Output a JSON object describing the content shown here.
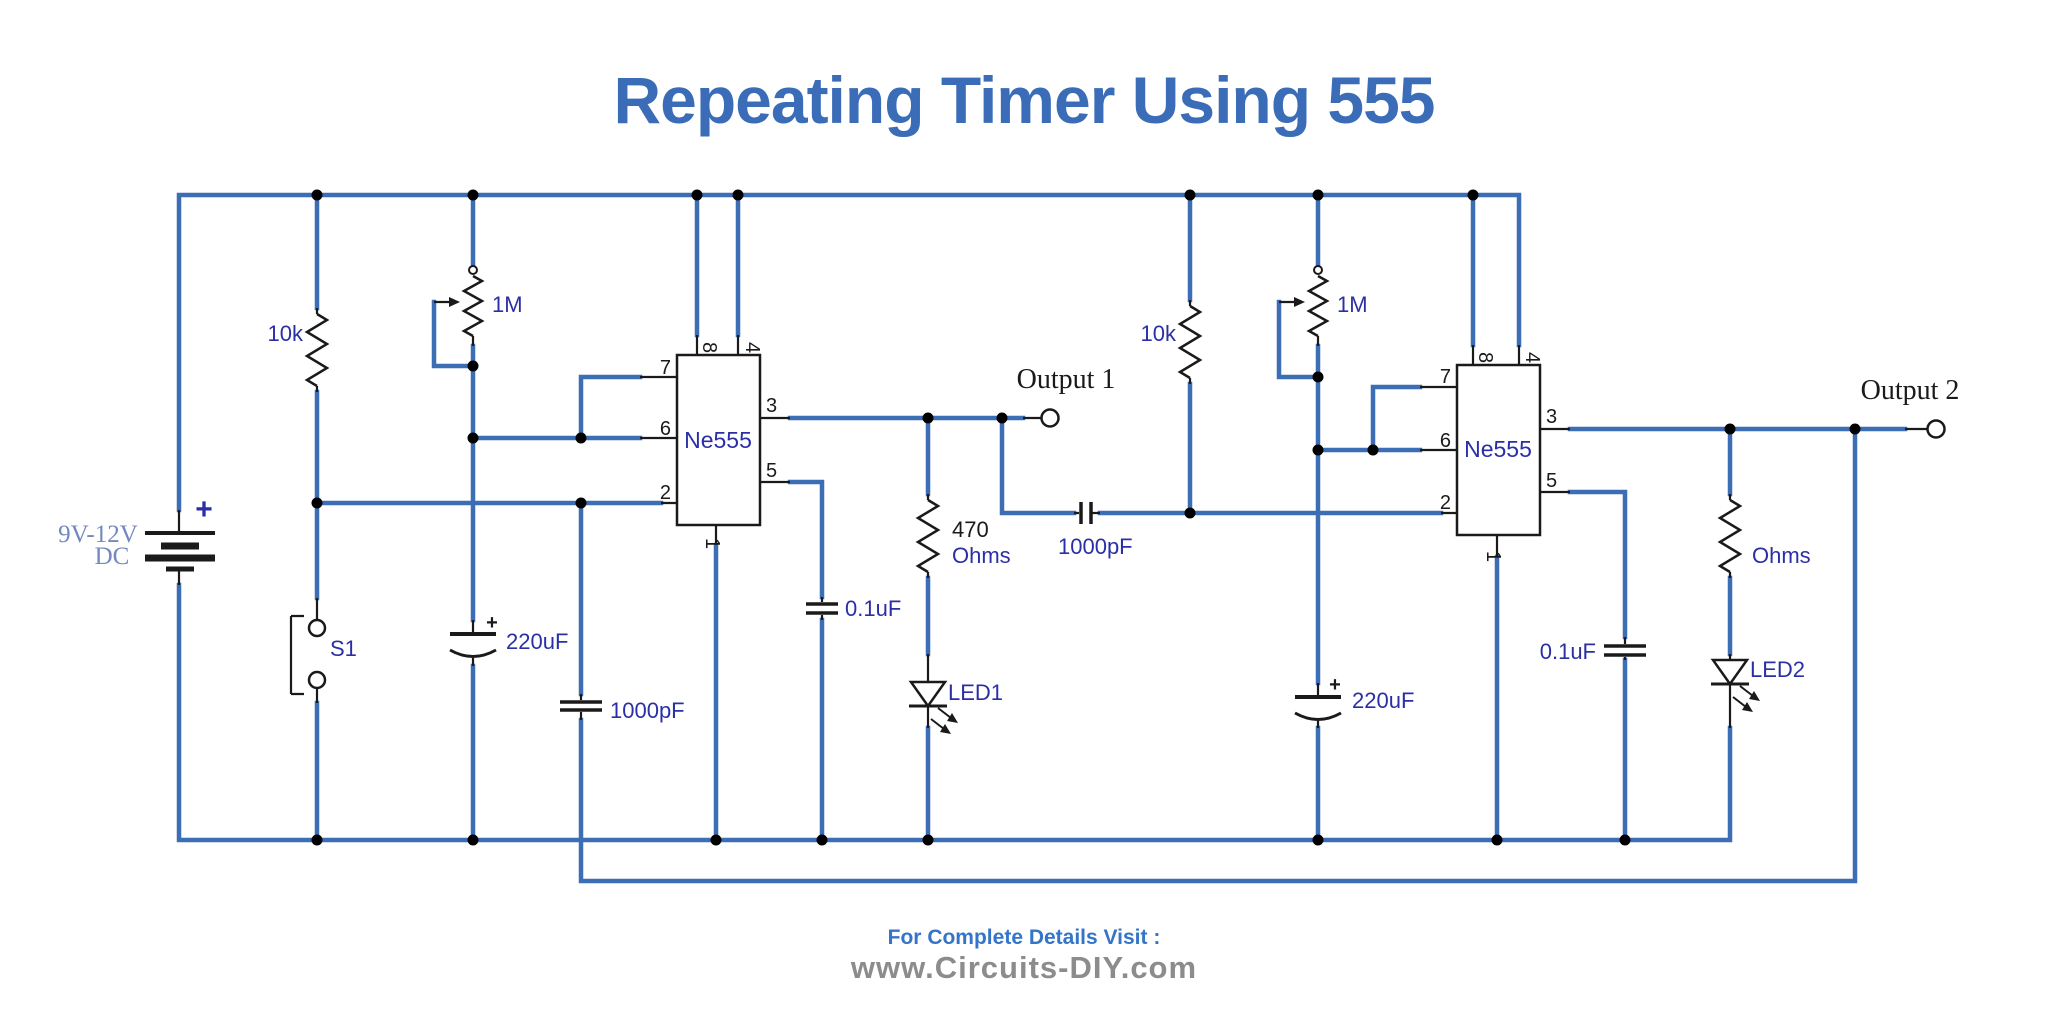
{
  "title": "Repeating Timer Using 555",
  "colors": {
    "wire": "#3c6eb5",
    "symbol": "#1a1a1a",
    "value_label": "#2b2fa6",
    "title": "#3a6cb8",
    "supply_label": "#7288bf",
    "footer_visit": "#3474c9",
    "footer_url": "#8c8c8c"
  },
  "supply": {
    "plus": "+",
    "line1": "9V-12V",
    "line2": "DC"
  },
  "push_button": {
    "label": "S1"
  },
  "pins": {
    "p1": "1",
    "p2": "2",
    "p3": "3",
    "p4": "4",
    "p5": "5",
    "p6": "6",
    "p7": "7",
    "p8": "8"
  },
  "stage1": {
    "pullup": "10k",
    "pot": "1M",
    "ic": "Ne555",
    "timing_cap_plus": "+",
    "timing_cap": "220uF",
    "trigger_cap": "1000pF",
    "control_cap": "0.1uF",
    "led_res_value": "470",
    "led_res_unit": "Ohms",
    "led": "LED1",
    "output": "Output 1"
  },
  "stage2": {
    "pullup": "10k",
    "pot": "1M",
    "ic": "Ne555",
    "timing_cap_plus": "+",
    "timing_cap": "220uF",
    "coupling_cap": "1000pF",
    "control_cap": "0.1uF",
    "led_res_unit": "Ohms",
    "led": "LED2",
    "output": "Output 2"
  },
  "footer": {
    "line1": "For Complete Details Visit :",
    "line2": "www.Circuits-DIY.com"
  }
}
